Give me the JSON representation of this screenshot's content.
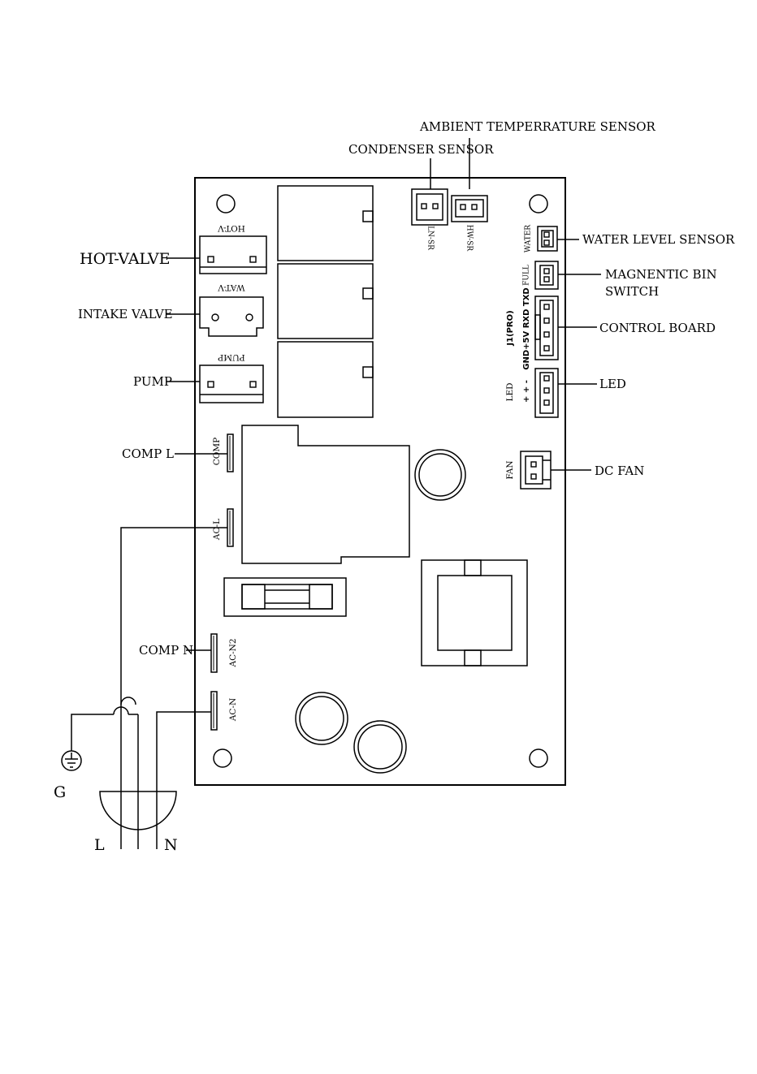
{
  "labels": {
    "ambient_sensor": "AMBIENT TEMPERRATURE SENSOR",
    "condenser_sensor": "CONDENSER SENSOR",
    "hot_valve": "HOT-VALVE",
    "intake_valve": "INTAKE VALVE",
    "pump": "PUMP",
    "comp_l": "COMP L",
    "comp_n": "COMP N",
    "water_level_sensor": "WATER LEVEL SENSOR",
    "magnetic_bin_line1": "MAGNENTIC BIN",
    "magnetic_bin_line2": "SWITCH",
    "control_board": "CONTROL BOARD",
    "led": "LED",
    "dc_fan": "DC FAN",
    "ground": "G",
    "live": "L",
    "neutral": "N"
  },
  "board_text": {
    "hot_v": "HOT-V",
    "wat_v": "WAT-V",
    "pump": "PUMP",
    "comp": "COMP",
    "ac_l": "AC-L",
    "ac_n2": "AC-N2",
    "ac_n": "AC-N",
    "ln_sr": "LN-SR",
    "hw_sr": "HW-SR",
    "water": "WATER",
    "full": "FULL",
    "j1_pro": "J1(PRO)",
    "j1_pins": "GND+5V RXD TXD",
    "led": "LED",
    "led_pins": "+ +  -",
    "fan": "FAN"
  }
}
